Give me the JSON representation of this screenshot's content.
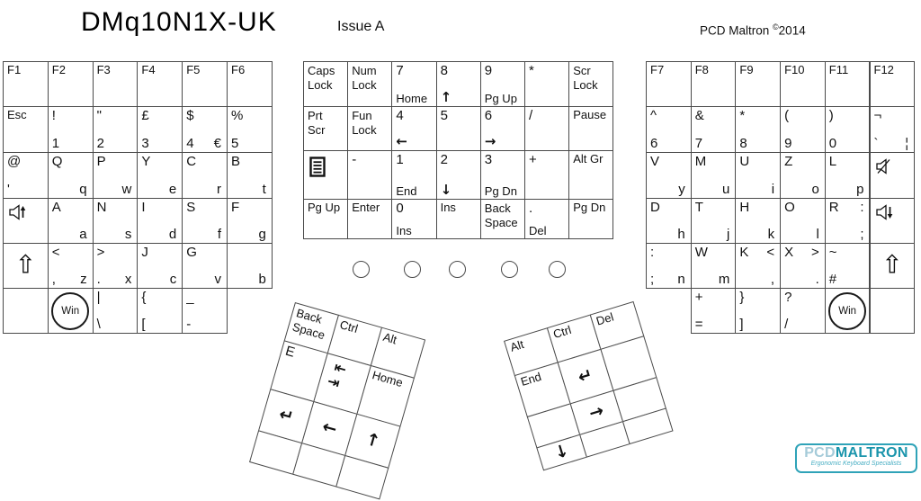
{
  "header": {
    "title": "DMq10N1X-UK",
    "issue": "Issue A",
    "copyright_name": "PCD Maltron ",
    "copyright_symbol": "©",
    "copyright_year": "2014"
  },
  "labels": {
    "win": "Win"
  },
  "glyphs": {
    "shift": "⇧",
    "enter": "↵",
    "tab_back": "⇤",
    "tab_fwd": "⇥",
    "arrow_up": "↑",
    "arrow_down": "↓",
    "arrow_left": "←",
    "arrow_right": "→"
  },
  "left_grid": {
    "rows": [
      {
        "keys": [
          {
            "tl": "F1"
          },
          {
            "tl": "F2"
          },
          {
            "tl": "F3"
          },
          {
            "tl": "F4"
          },
          {
            "tl": "F5"
          },
          {
            "tl": "F6"
          }
        ]
      },
      {
        "keys": [
          {
            "tl": "Esc"
          },
          {
            "tl": "!",
            "bl": "1"
          },
          {
            "tl": "\"",
            "bl": "2"
          },
          {
            "tl": "£",
            "bl": "3"
          },
          {
            "tl": "$",
            "bl": "4",
            "br": "€"
          },
          {
            "tl": "%",
            "bl": "5"
          }
        ]
      },
      {
        "keys": [
          {
            "tl": "@",
            "bl": "'"
          },
          {
            "tl": "Q",
            "br": "q"
          },
          {
            "tl": "P",
            "br": "w"
          },
          {
            "tl": "Y",
            "br": "e"
          },
          {
            "tl": "C",
            "br": "r"
          },
          {
            "tl": "B",
            "br": "t"
          }
        ]
      },
      {
        "keys": [
          {
            "icon": "volume-up-icon"
          },
          {
            "tl": "A",
            "br": "a"
          },
          {
            "tl": "N",
            "br": "s"
          },
          {
            "tl": "I",
            "br": "d"
          },
          {
            "tl": "S",
            "br": "f"
          },
          {
            "tl": "F",
            "br": "g"
          }
        ]
      },
      {
        "keys": [
          {
            "icon": "shift-icon"
          },
          {
            "tl": "<",
            "bl": ",",
            "br": "z"
          },
          {
            "tl": ">",
            "bl": ".",
            "br": "x"
          },
          {
            "tl": "J",
            "br": "c"
          },
          {
            "tl": "G",
            "br": "v"
          },
          {
            "br": "b"
          }
        ]
      },
      {
        "start": 0,
        "keys": [
          {},
          {
            "icon": "win-icon"
          },
          {
            "tl": "|",
            "bl": "\\"
          },
          {
            "tl": "{",
            "bl": "["
          },
          {
            "tl": "_",
            "bl": "-"
          }
        ]
      }
    ]
  },
  "center_grid": {
    "rows": [
      {
        "keys": [
          {
            "lines": [
              "Caps",
              "Lock"
            ]
          },
          {
            "lines": [
              "Num",
              "Lock"
            ]
          },
          {
            "tl": "7",
            "bl": "Home"
          },
          {
            "tl": "8",
            "bl": "↑"
          },
          {
            "tl": "9",
            "bl": "Pg Up"
          },
          {
            "tl": "*"
          },
          {
            "lines": [
              "Scr",
              "Lock"
            ]
          }
        ]
      },
      {
        "keys": [
          {
            "lines": [
              "Prt",
              "Scr"
            ]
          },
          {
            "lines": [
              "Fun",
              "Lock"
            ]
          },
          {
            "tl": "4",
            "bl": "←"
          },
          {
            "tl": "5"
          },
          {
            "tl": "6",
            "bl": "→"
          },
          {
            "tl": "/"
          },
          {
            "tl": "Pause"
          }
        ]
      },
      {
        "keys": [
          {
            "icon": "menu-icon"
          },
          {
            "tl": "-"
          },
          {
            "tl": "1",
            "bl": "End"
          },
          {
            "tl": "2",
            "bl": "↓"
          },
          {
            "tl": "3",
            "bl": "Pg Dn"
          },
          {
            "tl": "+"
          },
          {
            "tl": "Alt Gr"
          }
        ]
      },
      {
        "keys": [
          {
            "tl": "Pg Up"
          },
          {
            "tl": "Enter"
          },
          {
            "tl": "0",
            "bl": "Ins"
          },
          {
            "tl": "Ins"
          },
          {
            "lines": [
              "Back",
              "Space"
            ]
          },
          {
            "tl": ".",
            "bl": "Del"
          },
          {
            "tl": "Pg Dn"
          }
        ]
      }
    ]
  },
  "right_grid": {
    "rows": [
      {
        "keys": [
          {
            "tl": "F7"
          },
          {
            "tl": "F8"
          },
          {
            "tl": "F9"
          },
          {
            "tl": "F10"
          },
          {
            "tl": "F11"
          },
          {
            "tl": "F12"
          }
        ]
      },
      {
        "keys": [
          {
            "tl": "^",
            "bl": "6"
          },
          {
            "tl": "&",
            "bl": "7"
          },
          {
            "tl": "*",
            "bl": "8"
          },
          {
            "tl": "(",
            "bl": "9"
          },
          {
            "tl": ")",
            "bl": "0"
          },
          {
            "tl": "¬",
            "bl": "`",
            "br": "¦"
          }
        ]
      },
      {
        "keys": [
          {
            "tl": "V",
            "br": "y"
          },
          {
            "tl": "M",
            "br": "u"
          },
          {
            "tl": "U",
            "br": "i"
          },
          {
            "tl": "Z",
            "br": "o"
          },
          {
            "tl": "L",
            "br": "p"
          },
          {
            "icon": "mute-icon"
          }
        ]
      },
      {
        "keys": [
          {
            "tl": "D",
            "br": "h"
          },
          {
            "tl": "T",
            "br": "j"
          },
          {
            "tl": "H",
            "br": "k"
          },
          {
            "tl": "O",
            "br": "l"
          },
          {
            "tl": "R",
            "tr": ":",
            "br": ";"
          },
          {
            "icon": "volume-down-icon"
          }
        ]
      },
      {
        "keys": [
          {
            "tl": ":",
            "bl": ";",
            "br": "n"
          },
          {
            "tl": "W",
            "br": "m"
          },
          {
            "tl": "K",
            "tr": "<",
            "br": ","
          },
          {
            "tl": "X",
            "tr": ">",
            "br": "."
          },
          {
            "tl": "~",
            "bl": "#"
          },
          {
            "icon": "shift-icon"
          }
        ]
      },
      {
        "start": 1,
        "keys": [
          {
            "tl": "+",
            "bl": "="
          },
          {
            "tl": "}",
            "bl": "]"
          },
          {
            "tl": "?",
            "bl": "/"
          },
          {
            "icon": "win-icon"
          },
          {}
        ]
      }
    ]
  },
  "left_cluster": {
    "rows": [
      {
        "keys": [
          {
            "lines": [
              "Back",
              "Space"
            ]
          },
          {
            "tl": "Ctrl"
          },
          {
            "tl": "Alt"
          }
        ]
      },
      {
        "keys": [
          {
            "tl": "E"
          },
          {
            "icon": "tab-icon"
          },
          {
            "tl": "Home"
          }
        ]
      },
      {
        "keys": [
          {
            "icon": "enter-icon"
          },
          {
            "icon": "arrow-left-icon"
          },
          {
            "icon": "arrow-up-icon"
          }
        ]
      },
      {
        "keys": [
          {},
          {},
          {}
        ]
      }
    ]
  },
  "right_cluster": {
    "rows": [
      {
        "keys": [
          {
            "tl": "Alt"
          },
          {
            "tl": "Ctrl"
          },
          {
            "tl": "Del"
          }
        ]
      },
      {
        "keys": [
          {
            "tl": "End"
          },
          {
            "icon": "enter-icon"
          },
          {}
        ]
      },
      {
        "keys": [
          {},
          {
            "icon": "arrow-right-icon"
          },
          {}
        ]
      },
      {
        "keys": [
          {
            "icon": "arrow-down-icon"
          },
          {},
          {}
        ]
      }
    ]
  },
  "leds": {
    "count": 5
  },
  "logo": {
    "pcd": "PCD",
    "maltron": "MALTRON",
    "tagline": "Ergonomic Keyboard Specialists",
    "border_color": "#2fa3b8",
    "pcd_color": "#a5cbd9",
    "maltron_color": "#1b95ac",
    "tagline_color": "#4aafc4"
  }
}
